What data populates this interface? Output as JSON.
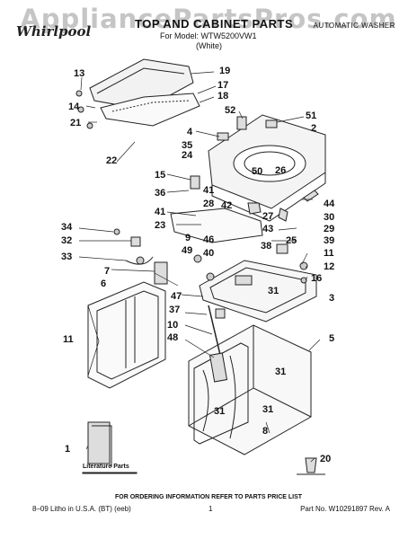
{
  "watermark": "AppliancePartsPros.com",
  "header": {
    "brand": "Whirlpool",
    "title": "TOP AND CABINET PARTS",
    "model_line": "For Model: WTW5200VW1",
    "color_line": "(White)",
    "product": "AUTOMATIC WASHER"
  },
  "callouts": [
    "13",
    "14",
    "21",
    "22",
    "19",
    "17",
    "18",
    "52",
    "4",
    "35",
    "24",
    "51",
    "2",
    "50",
    "26",
    "15",
    "36",
    "41",
    "28",
    "42",
    "27",
    "44",
    "30",
    "29",
    "41",
    "23",
    "43",
    "25",
    "39",
    "34",
    "32",
    "33",
    "9",
    "46",
    "49",
    "40",
    "38",
    "11",
    "12",
    "16",
    "7",
    "6",
    "31",
    "3",
    "47",
    "37",
    "10",
    "48",
    "5",
    "11",
    "31",
    "31",
    "31",
    "8",
    "20",
    "1"
  ],
  "literature_label": "Literature Parts",
  "footer": {
    "instruction": "FOR ORDERING INFORMATION REFER TO PARTS PRICE LIST",
    "litho": "8–09 Litho in U.S.A. (BT) (eeb)",
    "page": "1",
    "part_no": "Part No. W10291897 Rev. A"
  }
}
